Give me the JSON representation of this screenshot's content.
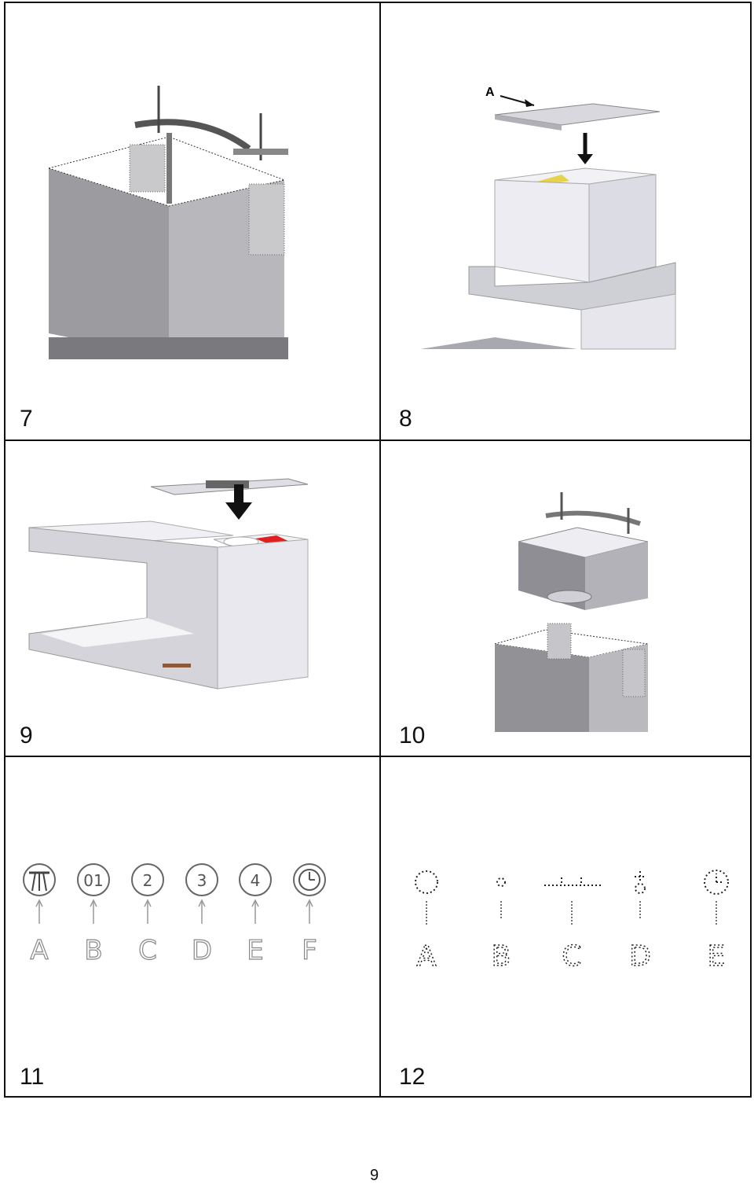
{
  "figures": [
    {
      "number": "7"
    },
    {
      "number": "8",
      "callout": "A"
    },
    {
      "number": "9"
    },
    {
      "number": "10"
    },
    {
      "number": "11",
      "controls": [
        {
          "symbol": "fan-icon",
          "label": "A"
        },
        {
          "symbol": "01",
          "label": "B"
        },
        {
          "symbol": "2",
          "label": "C"
        },
        {
          "symbol": "3",
          "label": "D"
        },
        {
          "symbol": "4",
          "label": "E"
        },
        {
          "symbol": "clock-icon",
          "label": "F"
        }
      ]
    },
    {
      "number": "12",
      "controls": [
        {
          "symbol": "timer-icon",
          "label": "A"
        },
        {
          "symbol": "fan-icon",
          "label": "B"
        },
        {
          "symbol": "dashes-icon",
          "label": "C"
        },
        {
          "symbol": "plus-icon",
          "label": "D"
        },
        {
          "symbol": "clock-icon",
          "label": "E"
        }
      ]
    }
  ],
  "page_number": "9",
  "colors": {
    "border": "#111111",
    "panel_grey": "#a9a9ad",
    "hood_light": "#e4e4ea",
    "accent_red": "#e02020"
  }
}
